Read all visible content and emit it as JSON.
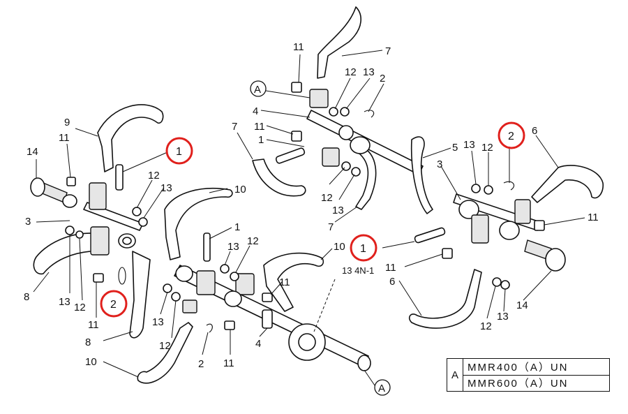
{
  "callouts": {
    "c14_left": "14",
    "c11_left_top": "11",
    "c9": "9",
    "c1_left_red": "1",
    "c12_left_mid": "12",
    "c13_left_mid": "13",
    "c3_left": "3",
    "c8_left": "8",
    "c13_left_bottom": "13",
    "c12_left_bottom": "12",
    "c11_left_bottom": "11",
    "c2_left_red": "2",
    "c8_center": "8",
    "c10_bottom": "10",
    "c10_center": "10",
    "c1_center": "1",
    "c13_center": "13",
    "c12_center": "12",
    "c11_center_right": "11",
    "c13_center_low": "13",
    "c12_center_low": "12",
    "c2_center_low": "2",
    "c11_center_low": "11",
    "c4_bottom": "4",
    "c10_right_center": "10",
    "c1_red_center": "1",
    "c13_4n1": "13 4N-1",
    "c11_top": "11",
    "c7_top": "7",
    "c12_top": "12",
    "c13_top": "13",
    "c2_top": "2",
    "c4_top": "4",
    "c11_top_mid": "11",
    "c1_top_mid": "1",
    "c7_top_left": "7",
    "c12_top_low": "12",
    "c13_top_low": "13",
    "c7_top_low": "7",
    "c5": "5",
    "c3_right": "3",
    "c13_right": "13",
    "c12_right": "12",
    "c2_right_red": "2",
    "c6_right": "6",
    "c11_right": "11",
    "c11_right_low": "11",
    "c6_right_low": "6",
    "c14_right": "14",
    "c12_right_low": "12",
    "c13_right_low": "13"
  },
  "ref_marks": {
    "a_top": "A",
    "a_bottom": "A"
  },
  "model_table": {
    "key": "A",
    "rows": [
      "MMR400（A）UN",
      "MMR600（A）UN"
    ]
  }
}
